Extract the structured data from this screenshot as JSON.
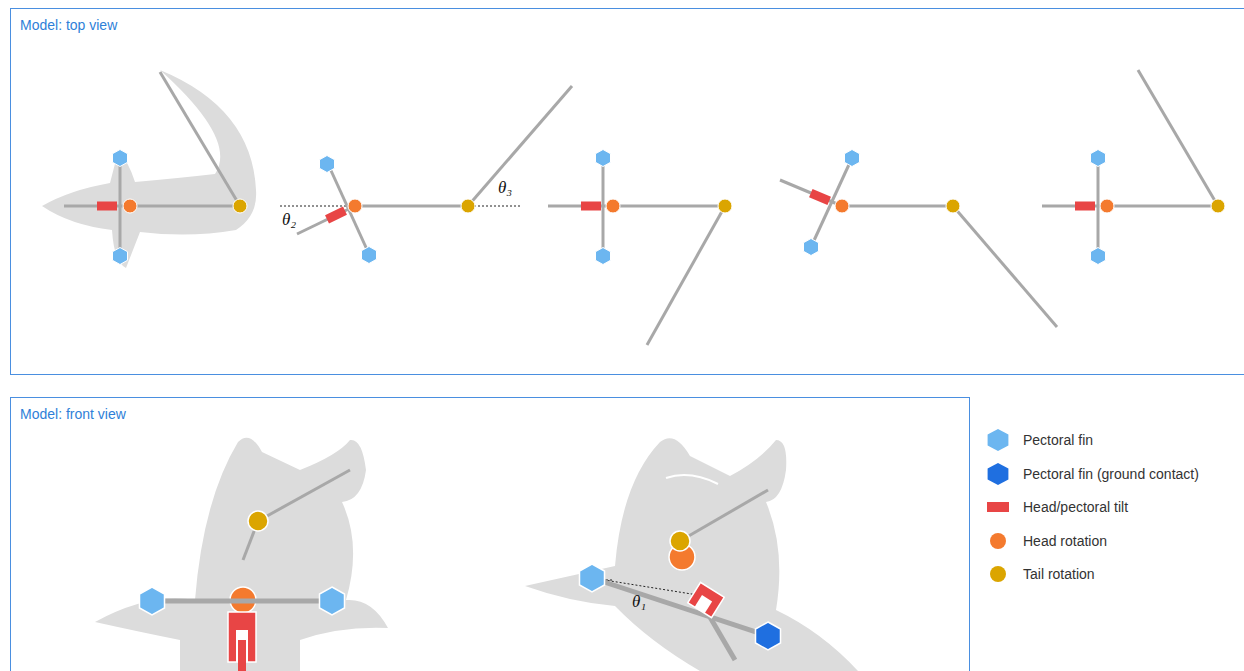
{
  "diagram": {
    "nodes": [
      {
        "text": [
          "Model: top view"
        ]
      },
      {
        "text": [
          "Model: front view"
        ]
      }
    ],
    "labels": [
      "θ₂",
      "θ₃",
      "θ₁"
    ],
    "legend": [
      {
        "text": "Pectoral fin",
        "color": "#6cb6f0"
      },
      {
        "text": "Pectoral fin (ground contact)",
        "color": "#1f6fe0"
      },
      {
        "text": "Head/pectoral tilt",
        "color": "#e84545"
      },
      {
        "text": "Head rotation",
        "color": "#f47a2e"
      },
      {
        "text": "Tail rotation",
        "color": "#dba500"
      }
    ]
  }
}
